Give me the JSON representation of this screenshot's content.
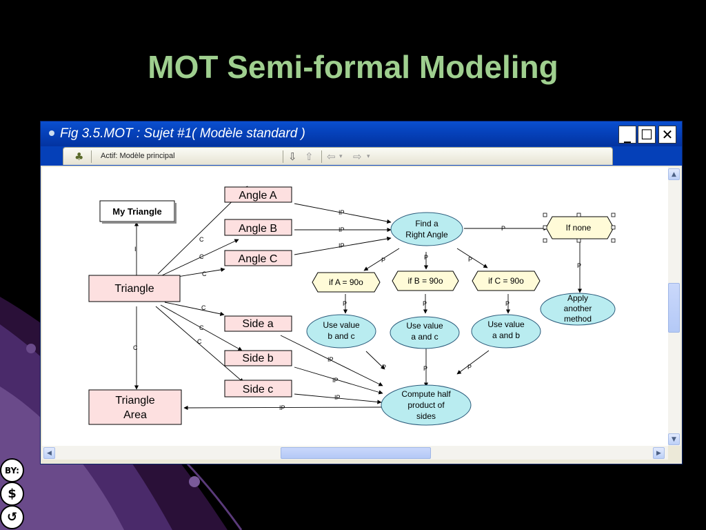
{
  "slide": {
    "title": "MOT Semi-formal Modeling"
  },
  "window": {
    "title": "Fig 3.5.MOT : Sujet #1( Modèle standard )",
    "buttons": {
      "minimize": "_",
      "maximize": "☐",
      "close": "✕"
    }
  },
  "toolbar": {
    "active_label": "Actif: Modèle principal"
  },
  "diagram": {
    "my_triangle": "My Triangle",
    "triangle": "Triangle",
    "triangle_area": [
      "Triangle",
      "Area"
    ],
    "angle_a": "Angle A",
    "angle_b": "Angle B",
    "angle_c": "Angle C",
    "side_a": "Side a",
    "side_b": "Side b",
    "side_c": "Side c",
    "find_right_angle": [
      "Find a",
      "Right Angle"
    ],
    "if_none": "If none",
    "if_a": "if A = 90o",
    "if_b": "if B = 90o",
    "if_c": "if C = 90o",
    "apply_method": [
      "Apply",
      "another",
      "method"
    ],
    "use_bc": [
      "Use value",
      "b and c"
    ],
    "use_ac": [
      "Use value",
      "a and c"
    ],
    "use_ab": [
      "Use value",
      "a and b"
    ],
    "compute": [
      "Compute half",
      "product of",
      "sides"
    ],
    "link_labels": {
      "c": "C",
      "i": "I",
      "ip": "IP",
      "p": "P"
    }
  },
  "license_badges": [
    "BY:",
    "$",
    "↺"
  ],
  "colors": {
    "title_green": "#9fcf8f",
    "concept_fill": "#fde0e0",
    "procedure_fill": "#b9ecf0",
    "principle_fill": "#fffbd8"
  }
}
